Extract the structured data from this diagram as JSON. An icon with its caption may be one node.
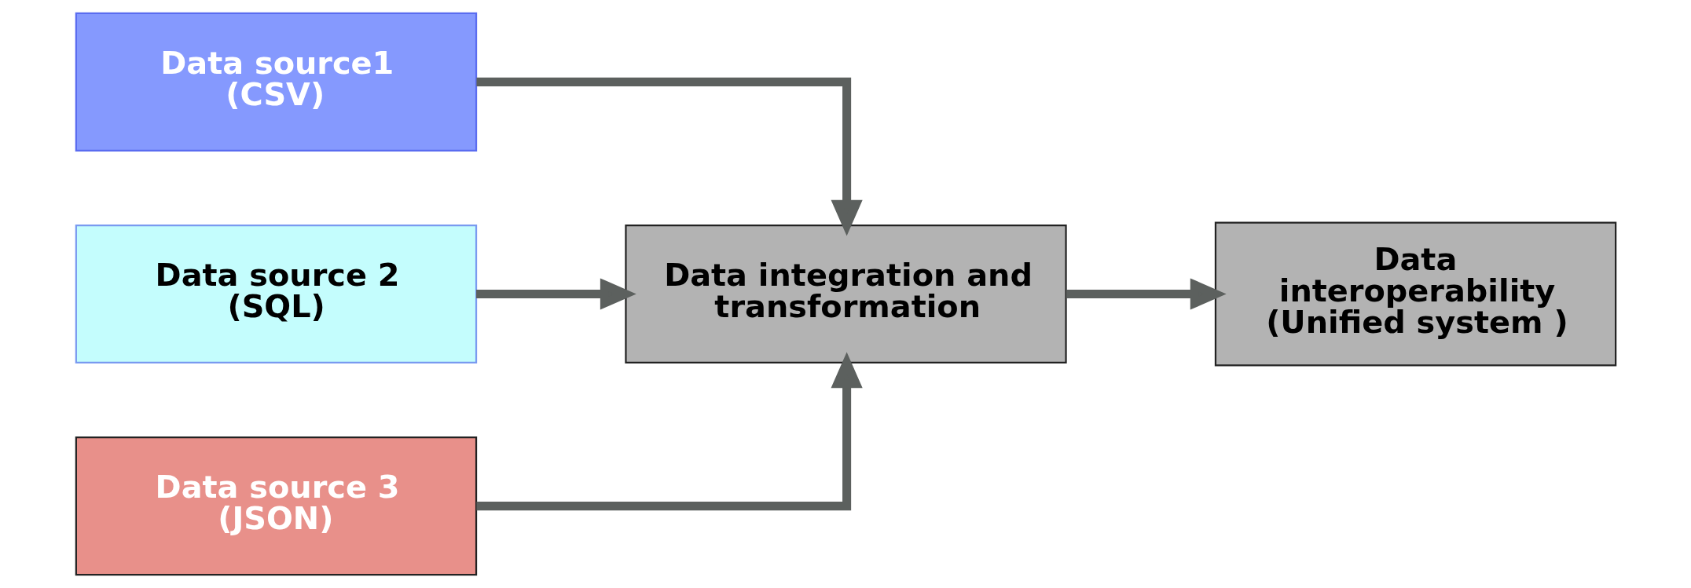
{
  "diagram": {
    "nodes": [
      {
        "text": [
          "Data source1 (CSV)"
        ]
      },
      {
        "text": [
          "Data source 2 (SQL)"
        ]
      },
      {
        "text": [
          "Data source 3 (JSON)"
        ]
      },
      {
        "text": [
          "Data integration and transformation"
        ]
      },
      {
        "text": [
          "Data interoperability (Unified system )"
        ]
      }
    ],
    "edges": [
      {
        "from": 0,
        "to": 3,
        "arrow": "to"
      },
      {
        "from": 1,
        "to": 3,
        "arrow": "to"
      },
      {
        "from": 2,
        "to": 3,
        "arrow": "to"
      },
      {
        "from": 3,
        "to": 4,
        "arrow": "to"
      }
    ]
  }
}
